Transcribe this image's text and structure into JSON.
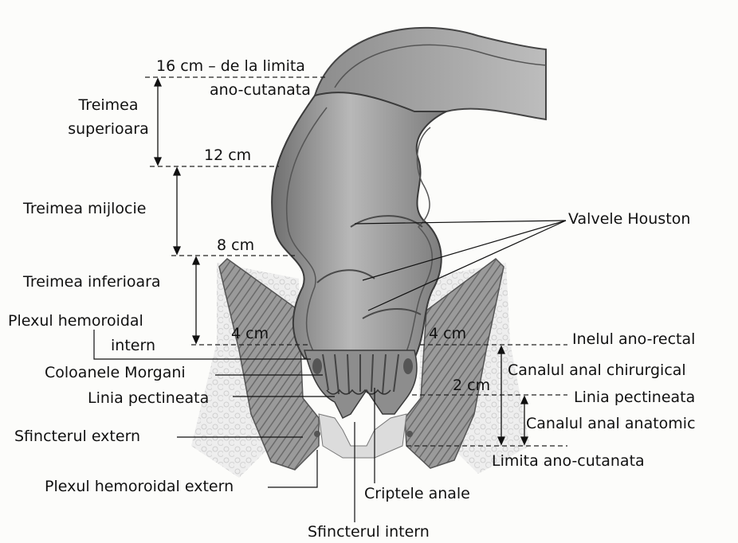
{
  "labels": {
    "cm16": "16 cm – de la limita",
    "ano_cutanata_top": "ano-cutanata",
    "treimea_sup_1": "Treimea",
    "treimea_sup_2": "superioara",
    "cm12": "12 cm",
    "treimea_mijlocie": "Treimea mijlocie",
    "cm8": "8 cm",
    "treimea_inferioara": "Treimea inferioara",
    "plexul_intern_1": "Plexul hemoroidal",
    "plexul_intern_2": "intern",
    "cm4_left": "4 cm",
    "cm4_right": "4 cm",
    "coloanele_morgani": "Coloanele Morgani",
    "linia_pectineata_left": "Linia pectineata",
    "sfincterul_extern": "Sfincterul extern",
    "plexul_extern": "Plexul hemoroidal extern",
    "criptele_anale": "Criptele anale",
    "sfincterul_intern": "Sfincterul intern",
    "valvele_houston": "Valvele Houston",
    "inelul_ano_rectal": "Inelul ano-rectal",
    "canalul_chirurgical": "Canalul anal chirurgical",
    "cm2": "2 cm",
    "linia_pectineata_right": "Linia pectineata",
    "canalul_anatomic": "Canalul anal anatomic",
    "limita_ano_cutanata": "Limita ano-cutanata"
  }
}
